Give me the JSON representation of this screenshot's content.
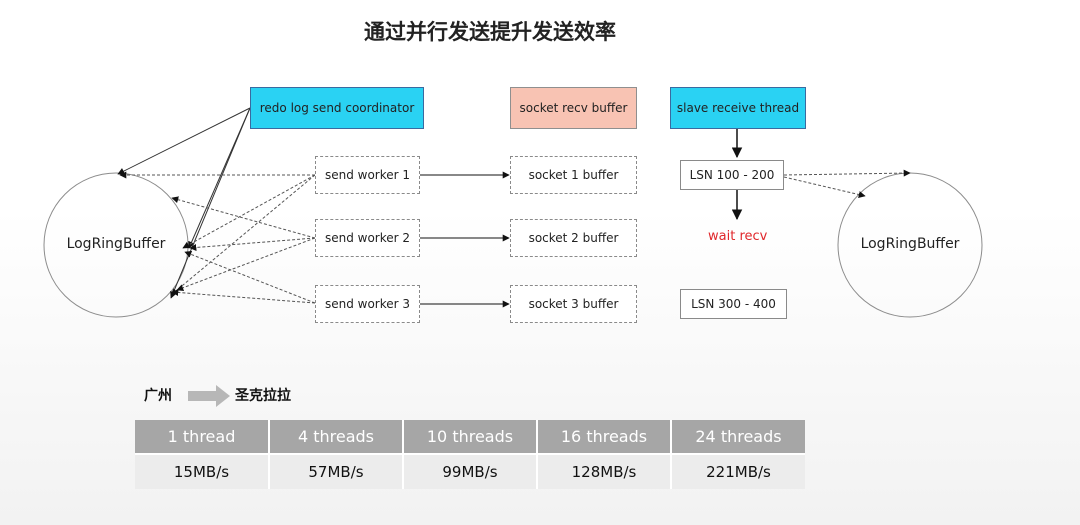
{
  "title": "通过并行发送提升发送效率",
  "sender": {
    "coordinator": "redo log send  coordinator",
    "ring_buffer": "LogRingBuffer",
    "workers": [
      "send  worker 1",
      "send  worker 2",
      "send  worker 3"
    ]
  },
  "channel": {
    "recv_buffer": "socket  recv buffer",
    "socket_buffers": [
      "socket 1 buffer",
      "socket 2 buffer",
      "socket 3 buffer"
    ]
  },
  "receiver": {
    "thread": "slave receive thread",
    "lsn_ranges": [
      "LSN 100 - 200",
      "LSN 300 - 400"
    ],
    "wait_label": "wait recv",
    "ring_buffer": "LogRingBuffer"
  },
  "route": {
    "from": "广州",
    "to": "圣克拉拉"
  },
  "colors": {
    "coordinator": "#2ad2f3",
    "recv_buffer": "#f8c3b3",
    "wait": "#e0272b",
    "table_header": "#a6a6a6"
  },
  "throughput": {
    "headers": [
      "1 thread",
      "4  threads",
      "10 threads",
      "16 threads",
      "24 threads"
    ],
    "values": [
      "15MB/s",
      "57MB/s",
      "99MB/s",
      "128MB/s",
      "221MB/s"
    ]
  }
}
